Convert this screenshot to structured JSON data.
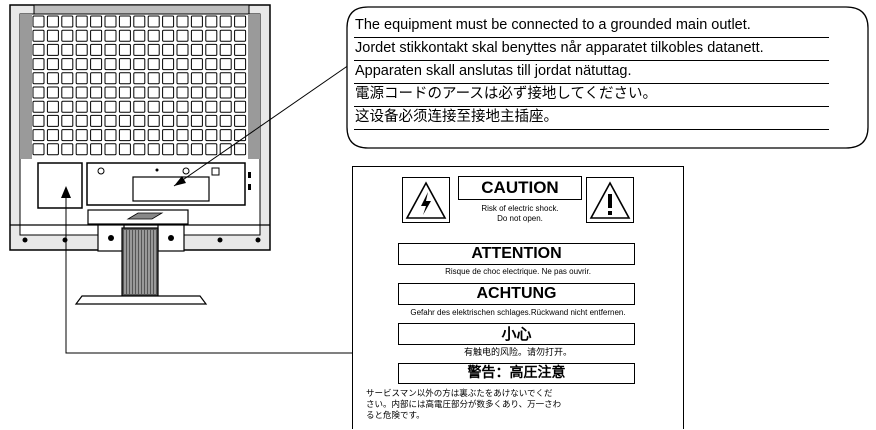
{
  "notice": {
    "lines": [
      "The equipment must be connected to a grounded main outlet.",
      "Jordet stikkontakt skal benyttes når apparatet tilkobles datanett.",
      "Apparaten skall anslutas till jordat nätuttag.",
      "電源コードのアースは必ず接地してください。",
      "这设备必须连接至接地主插座。"
    ]
  },
  "label": {
    "caution": {
      "title": "CAUTION",
      "line1": "Risk of electric shock.",
      "line2": "Do not open."
    },
    "attention": {
      "title": "ATTENTION",
      "text": "Risque de choc electrique. Ne pas ouvrir."
    },
    "achtung": {
      "title": "ACHTUNG",
      "text": "Gefahr des elektrischen schlages.Rückwand nicht entfernen."
    },
    "chinese": {
      "title": "小心",
      "text": "有触电的风险。请勿打开。"
    },
    "japanese": {
      "title": "警告：高圧注意",
      "line1": "サービスマン以外の方は裏ぶたをあけないでくだ",
      "line2": "さい。内部には高電圧部分が数多くあり、万一さわ",
      "line3": "ると危険です。"
    }
  },
  "colors": {
    "ink": "#000000",
    "monitor_gray": "#9a9a9a",
    "paper": "#ffffff"
  }
}
